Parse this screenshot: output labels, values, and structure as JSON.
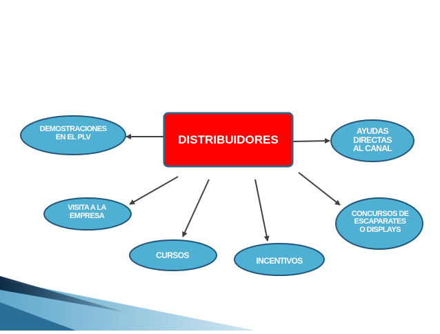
{
  "diagram": {
    "center": {
      "label": "DISTRIBUIDORES"
    },
    "nodes": [
      {
        "id": "demostraciones",
        "label": "DEMOSTRACIONES\nEN EL PLV"
      },
      {
        "id": "ayudas",
        "label": "AYUDAS\nDIRECTAS\nAL CANAL"
      },
      {
        "id": "visita",
        "label": "VISITA A LA\nEMPRESA"
      },
      {
        "id": "concursos",
        "label": "CONCURSOS DE\nESCAPARATES\nO DISPLAYS"
      },
      {
        "id": "cursos",
        "label": "CURSOS"
      },
      {
        "id": "incentivos",
        "label": "INCENTIVOS"
      }
    ],
    "colors": {
      "center_fill": "#ff0000",
      "center_border": "#3a5f80",
      "node_fill": "#4fb0d4",
      "node_border": "#24567a",
      "arrow": "#404040",
      "accent_dark": "#0e2a44",
      "accent_light": "#5fa8cc"
    }
  }
}
